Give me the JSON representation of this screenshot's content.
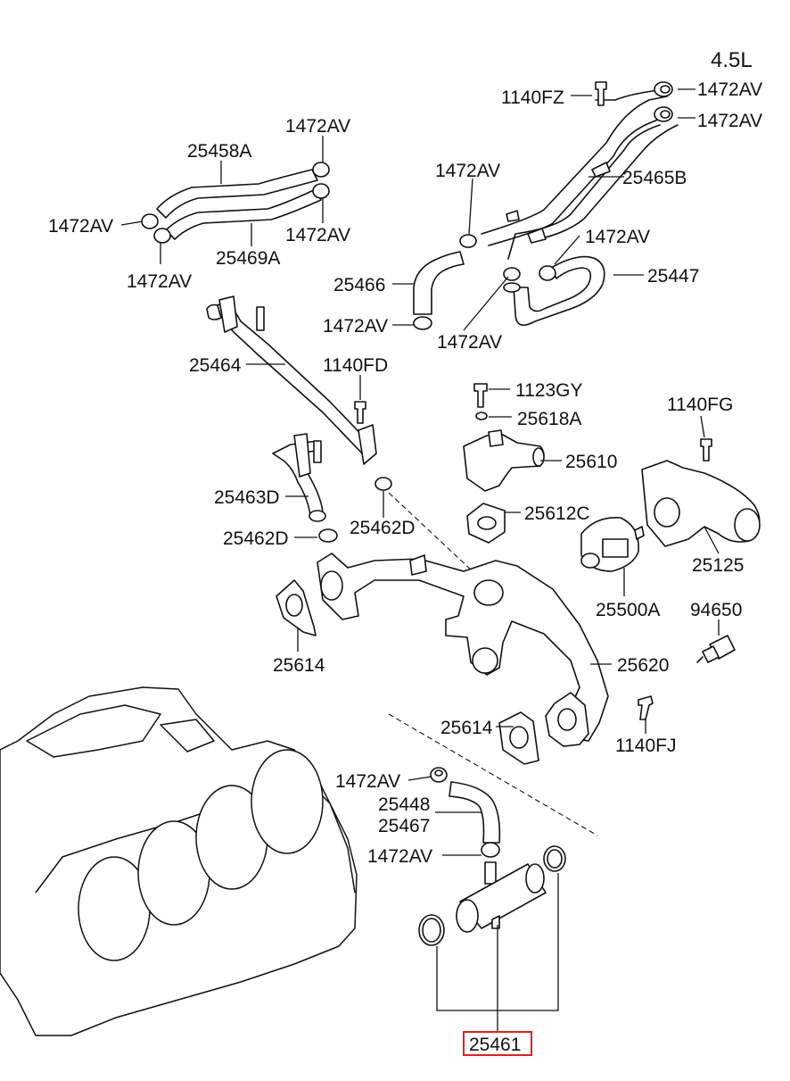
{
  "engine": "4.5L",
  "labels": {
    "l_1140FZ": "1140FZ",
    "l_1472AV_top1": "1472AV",
    "l_1472AV_top2": "1472AV",
    "l_25465B": "25465B",
    "l_1472AV_mid": "1472AV",
    "l_1472AV_right": "1472AV",
    "l_25447": "25447",
    "l_25466": "25466",
    "l_1472AV_l466": "1472AV",
    "l_1472AV_b466": "1472AV",
    "l_1472AV_ul1": "1472AV",
    "l_25458A": "25458A",
    "l_1472AV_left": "1472AV",
    "l_1472AV_ul2": "1472AV",
    "l_25469A": "25469A",
    "l_1472AV_ll": "1472AV",
    "l_25464": "25464",
    "l_1140FD": "1140FD",
    "l_1123GY": "1123GY",
    "l_25618A": "25618A",
    "l_1140FG": "1140FG",
    "l_25610": "25610",
    "l_25612C": "25612C",
    "l_25463D": "25463D",
    "l_25462D_l": "25462D",
    "l_25462D_r": "25462D",
    "l_25125": "25125",
    "l_25500A": "25500A",
    "l_94650": "94650",
    "l_25614_l": "25614",
    "l_25620": "25620",
    "l_25614_r": "25614",
    "l_1140FJ": "1140FJ",
    "l_1472AV_b1": "1472AV",
    "l_25448": "25448",
    "l_25467": "25467",
    "l_1472AV_b2": "1472AV",
    "l_25461": "25461"
  },
  "highlight": {
    "part": "25461",
    "color": "#e02020"
  }
}
